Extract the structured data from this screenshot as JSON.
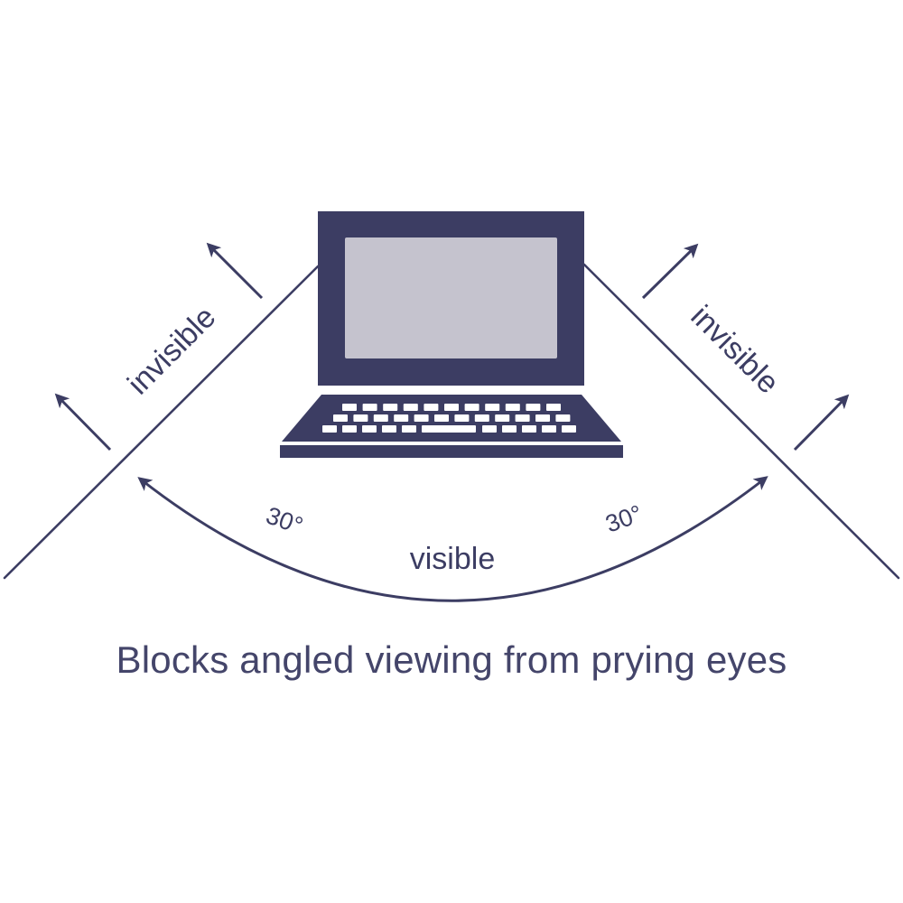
{
  "diagram": {
    "title": "Privacy screen viewing angle diagram",
    "labels": {
      "left_zone": "invisible",
      "right_zone": "invisible",
      "center_zone": "visible",
      "left_angle": "30°",
      "right_angle": "30°"
    },
    "caption": "Blocks angled viewing from prying eyes",
    "colors": {
      "ink": "#3c3d63",
      "laptop_body": "#3c3d63",
      "laptop_screen": "#c5c3ce",
      "keys": "#ffffff",
      "background": "#ffffff"
    },
    "keyboard": {
      "row1_keys": 11,
      "row2_keys": 12,
      "row3_left_keys": 5,
      "row3_right_keys": 5,
      "has_spacebar": true
    },
    "viewing_angle_degrees": 30
  }
}
